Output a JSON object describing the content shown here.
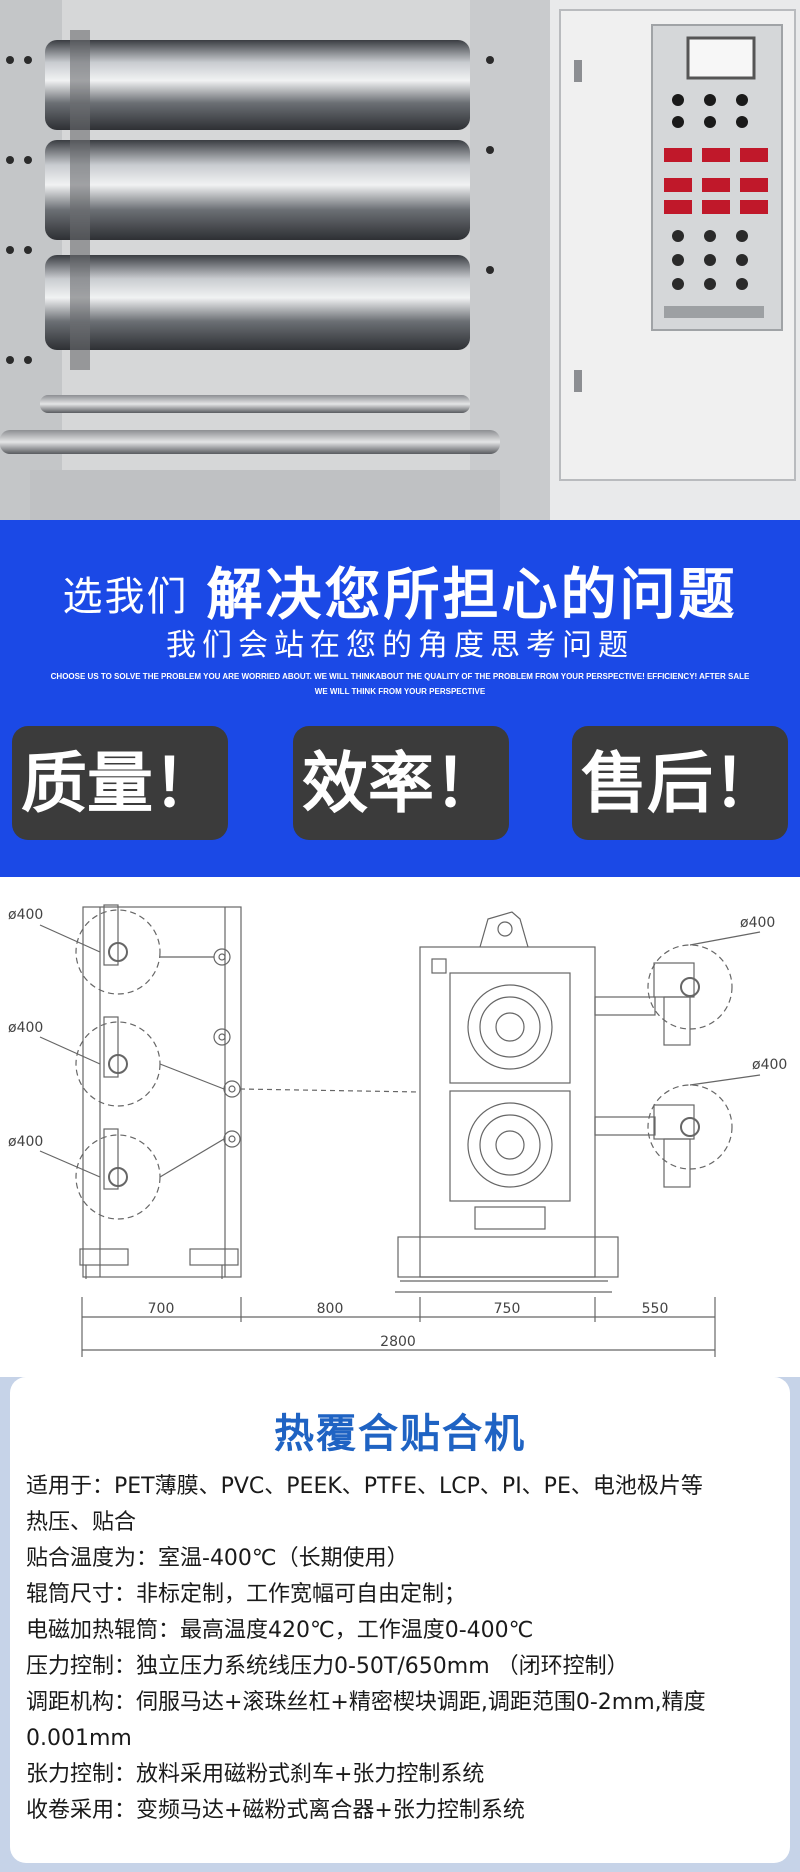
{
  "banner": {
    "headline_small": "选我们",
    "headline_big": "解决您所担心的问题",
    "subheadline": "我们会站在您的角度思考问题",
    "english_line1": "CHOOSE US TO SOLVE THE PROBLEM YOU ARE WORRIED ABOUT. WE WILL THINKABOUT THE QUALITY OF THE PROBLEM FROM YOUR PERSPECTIVE! EFFICIENCY! AFTER SALE",
    "english_line2": "WE WILL THINK FROM YOUR PERSPECTIVE",
    "pills": [
      "质量！",
      "效率！",
      "售后！"
    ]
  },
  "drawing": {
    "roll_labels": [
      "ø400",
      "ø400",
      "ø400",
      "ø400",
      "ø400"
    ],
    "segment_dimensions": [
      "700",
      "800",
      "750",
      "550"
    ],
    "total_dimension": "2800"
  },
  "spec": {
    "title": "热覆合贴合机",
    "lines": [
      "适用于：PET薄膜、PVC、PEEK、PTFE、LCP、PI、PE、电池极片等",
      "热压、贴合",
      "贴合温度为：室温-400℃（长期使用）",
      "辊筒尺寸：非标定制，工作宽幅可自由定制；",
      "电磁加热辊筒：最高温度420℃，工作温度0-400℃",
      "压力控制：独立压力系统线压力0-50T/650mm （闭环控制）",
      "调距机构：伺服马达+滚珠丝杠+精密楔块调距,调距范围0-2mm,精度",
      "0.001mm",
      "张力控制：放料采用磁粉式刹车+张力控制系统",
      "收卷采用：变频马达+磁粉式离合器+张力控制系统"
    ]
  },
  "colors": {
    "banner_blue": "#1b49e6",
    "pill_gray": "#3b3b3b",
    "title_blue": "#1f63c3",
    "card_bg": "#c6d3e8"
  }
}
